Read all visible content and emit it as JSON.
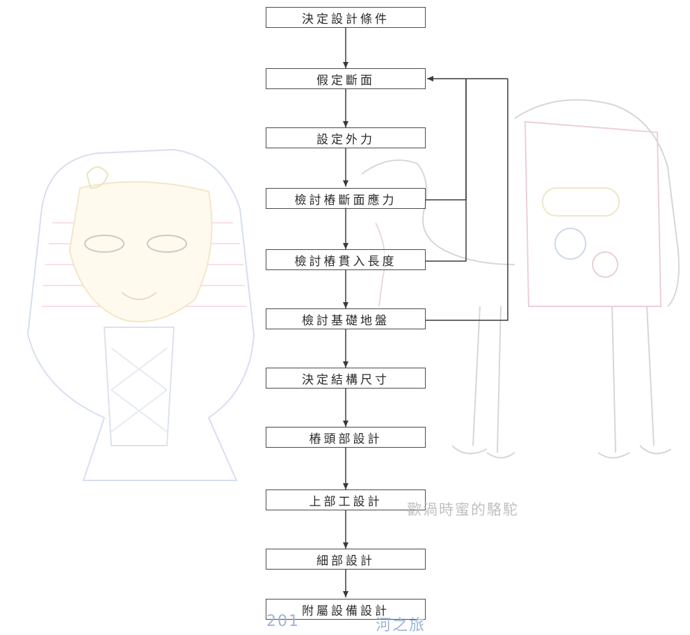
{
  "steps": [
    "決定設計條件",
    "假定斷面",
    "設定外力",
    "檢討樁斷面應力",
    "檢討樁貫入長度",
    "檢討基礎地盤",
    "決定結構尺寸",
    "樁頭部設計",
    "上部工設計",
    "細部設計",
    "附屬設備設計"
  ],
  "watermark": {
    "camel_caption": "歡渦時蜜的駱駝",
    "year": "201",
    "trip": "河之旅"
  },
  "colors": {
    "box_border": "#4a4a4a",
    "arrow": "#3a3a3a",
    "watermark_blue": "#9fb3d8"
  }
}
